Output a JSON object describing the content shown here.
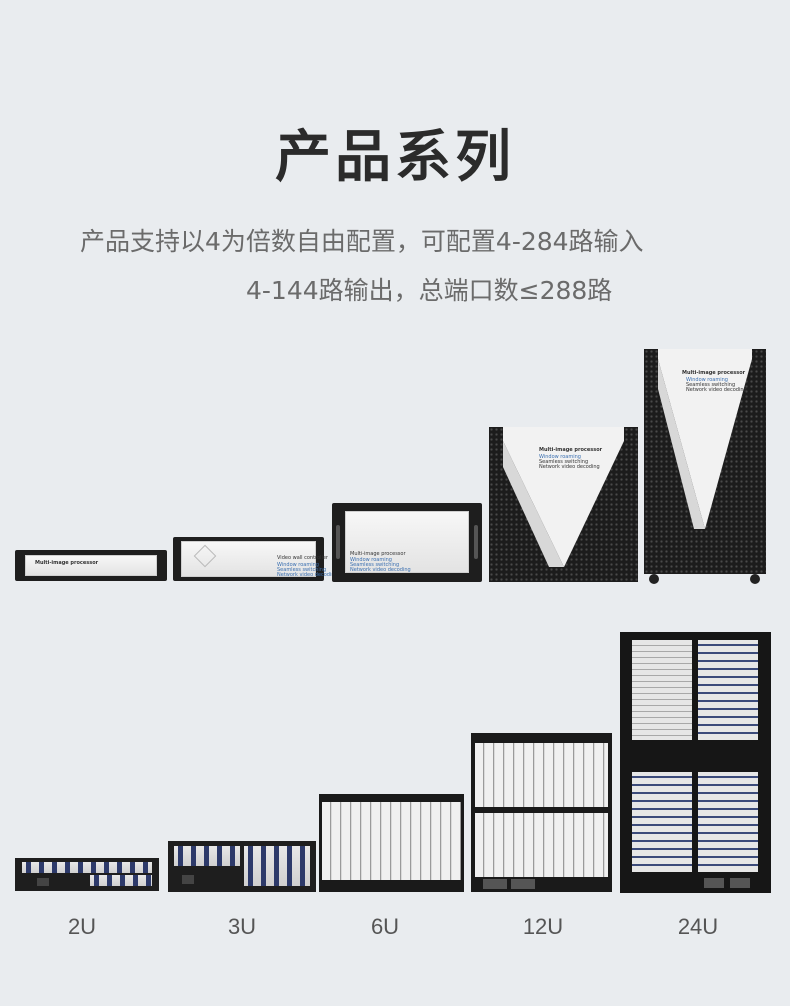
{
  "title": "产品系列",
  "subtitle_line1": "产品支持以4为倍数自由配置，可配置4-284路输入",
  "subtitle_line2": "4-144路输出，总端口数≤288路",
  "front_products": [
    {
      "caption": [
        "Multi-image processor"
      ]
    },
    {
      "caption": [
        "Video wall controller",
        "Window roaming",
        "Seamless switching",
        "Network video decoding"
      ]
    },
    {
      "caption": [
        "Multi-image processor",
        "Window roaming",
        "Seamless switching",
        "Network video decoding"
      ]
    },
    {
      "caption": [
        "Multi-image processor",
        "Window roaming",
        "Seamless switching",
        "Network video decoding"
      ]
    },
    {
      "caption": [
        "Multi-image processor",
        "Window roaming",
        "Seamless switching",
        "Network video decoding"
      ]
    }
  ],
  "size_labels": [
    "2U",
    "3U",
    "6U",
    "12U",
    "24U"
  ]
}
